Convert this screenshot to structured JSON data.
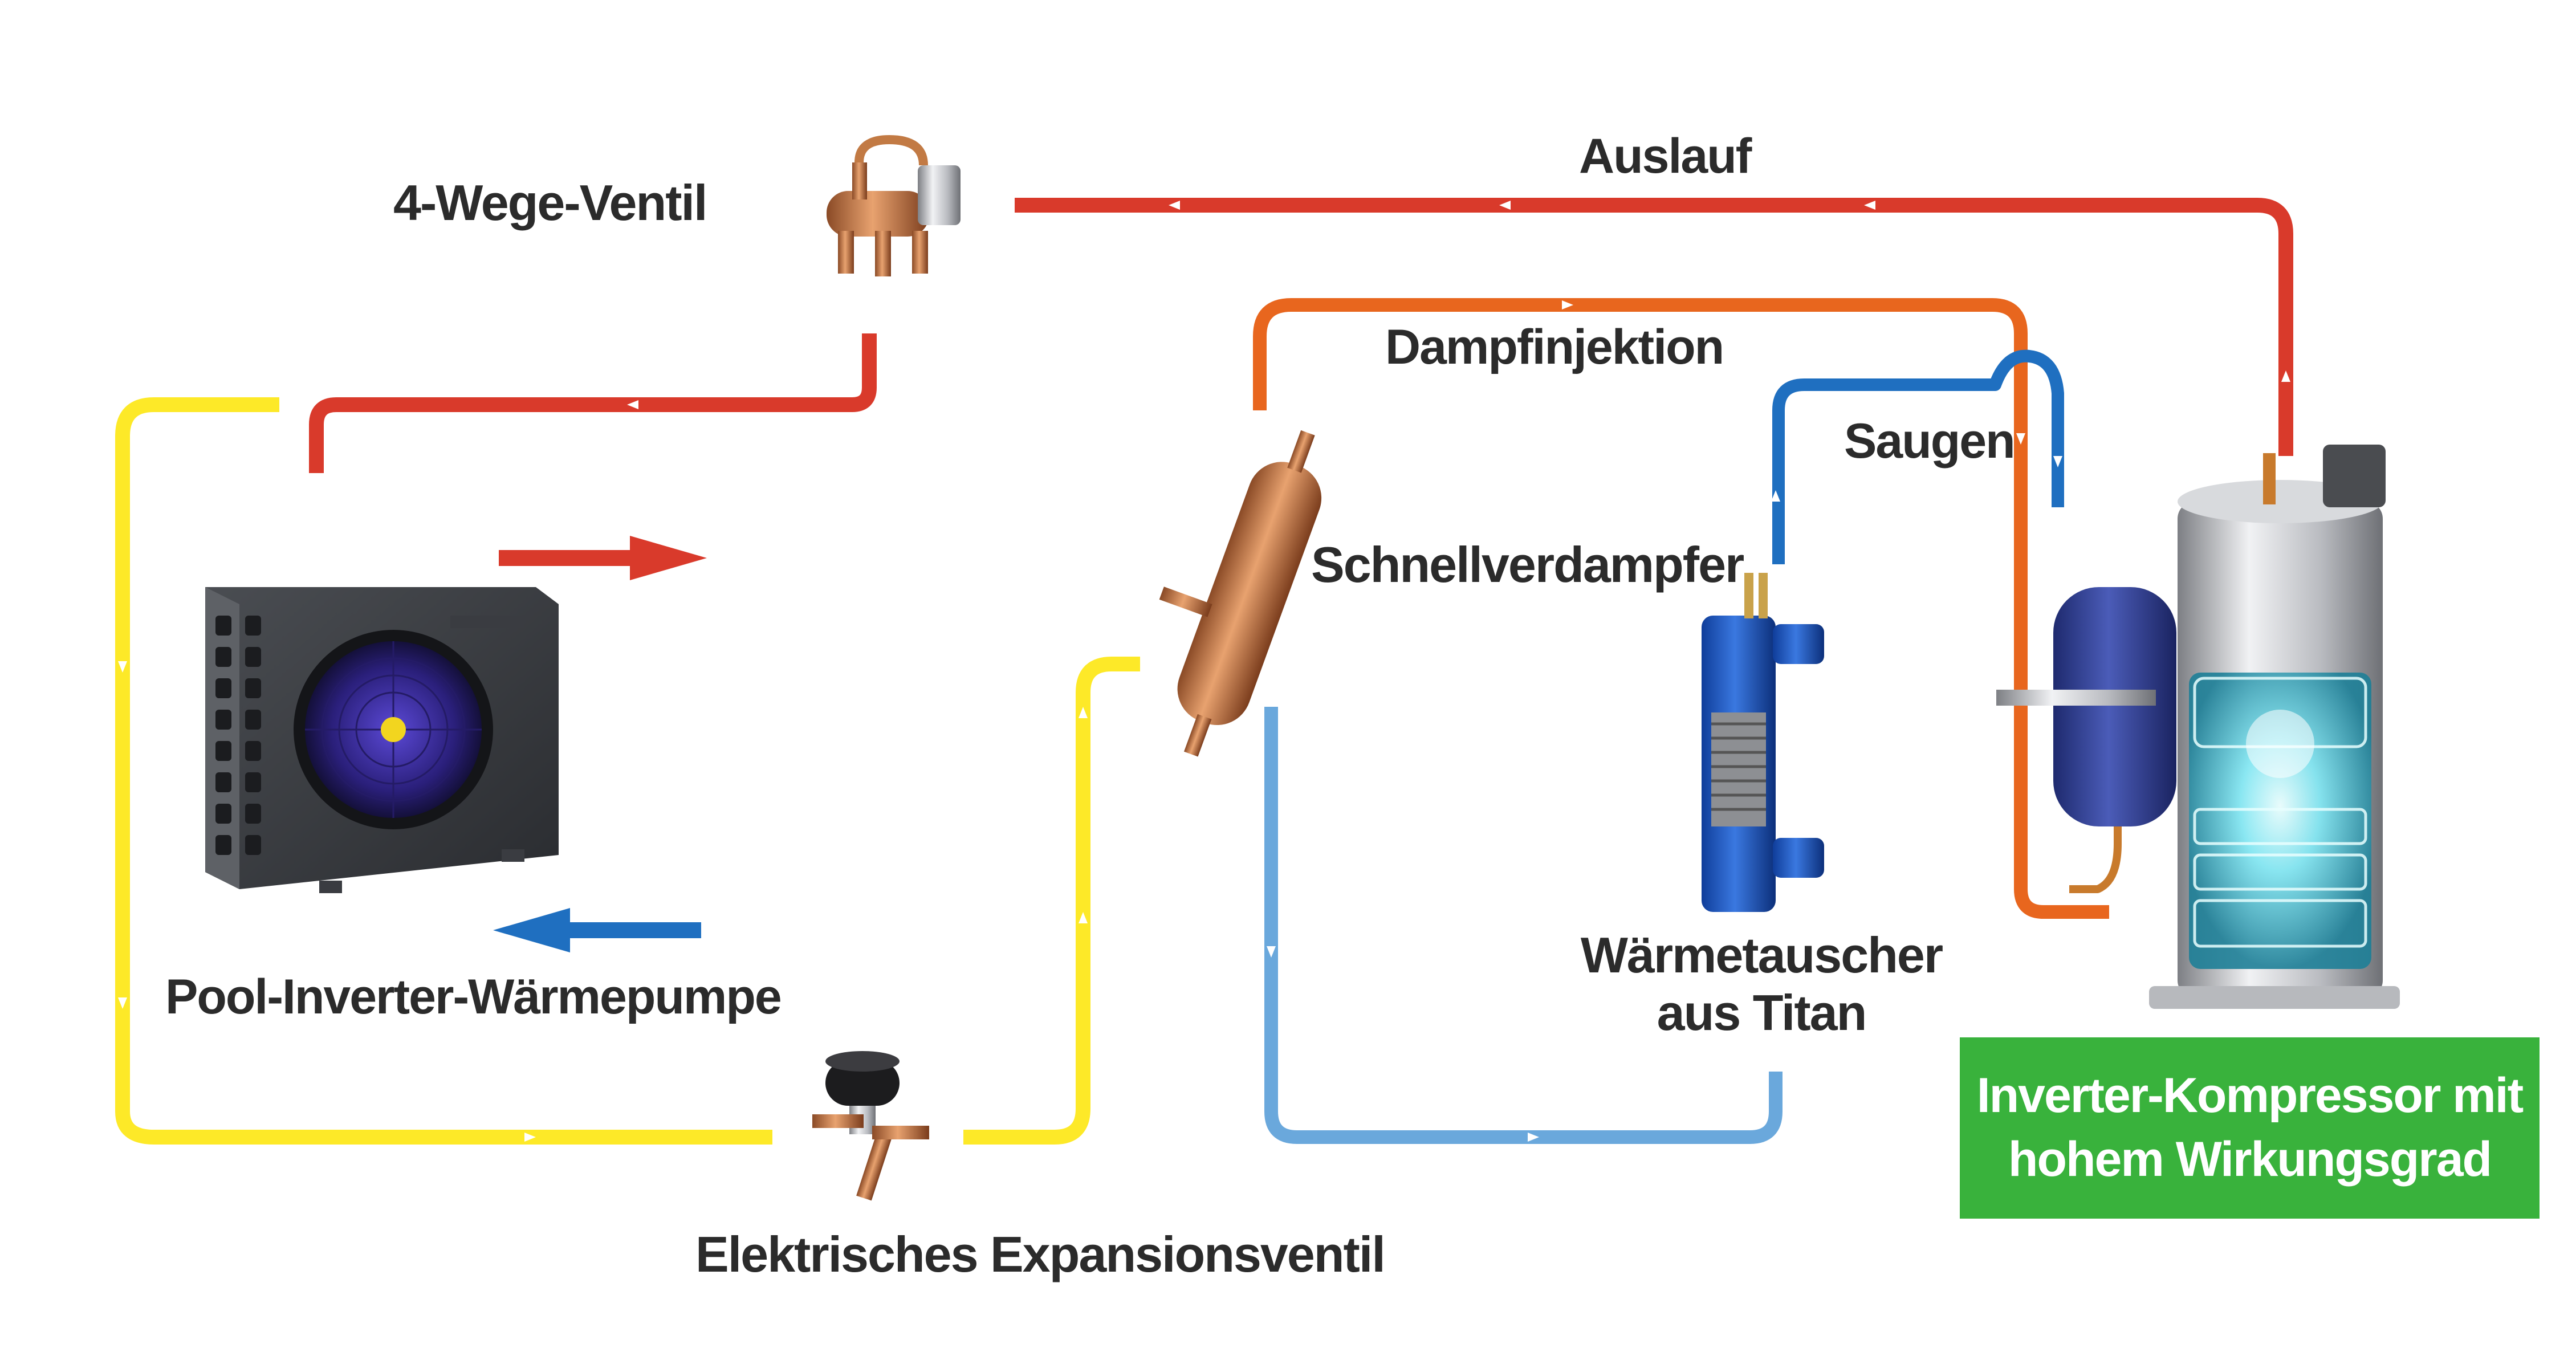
{
  "labels": {
    "four_way_valve": "4-Wege-Ventil",
    "outlet": "Auslauf",
    "steam_injection": "Dampfinjektion",
    "suction": "Saugen",
    "flash_evaporator": "Schnellverdampfer",
    "heat_pump": "Pool-Inverter-Wärmepumpe",
    "heat_exchanger_line1": "Wärmetauscher",
    "heat_exchanger_line2": "aus Titan",
    "expansion_valve": "Elektrisches Expansionsventil",
    "compressor_line1": "Inverter-Kompressor mit",
    "compressor_line2": "hohem Wirkungsgrad"
  },
  "colors": {
    "hot_pipe": "#d93a2b",
    "warm_pipe": "#e8661e",
    "cold_pipe": "#1f6fc0",
    "light_blue_pipe": "#6aa8dc",
    "yellow_pipe": "#fde928",
    "badge_green": "#39b23c",
    "label_text": "#2b2b2b"
  },
  "icons": {
    "heat_pump": "pool-heat-pump-unit-icon",
    "four_way_valve": "four-way-valve-icon",
    "expansion_valve": "electronic-expansion-valve-icon",
    "flash_evaporator": "flash-evaporator-icon",
    "heat_exchanger": "titanium-heat-exchanger-icon",
    "compressor": "inverter-compressor-icon"
  }
}
